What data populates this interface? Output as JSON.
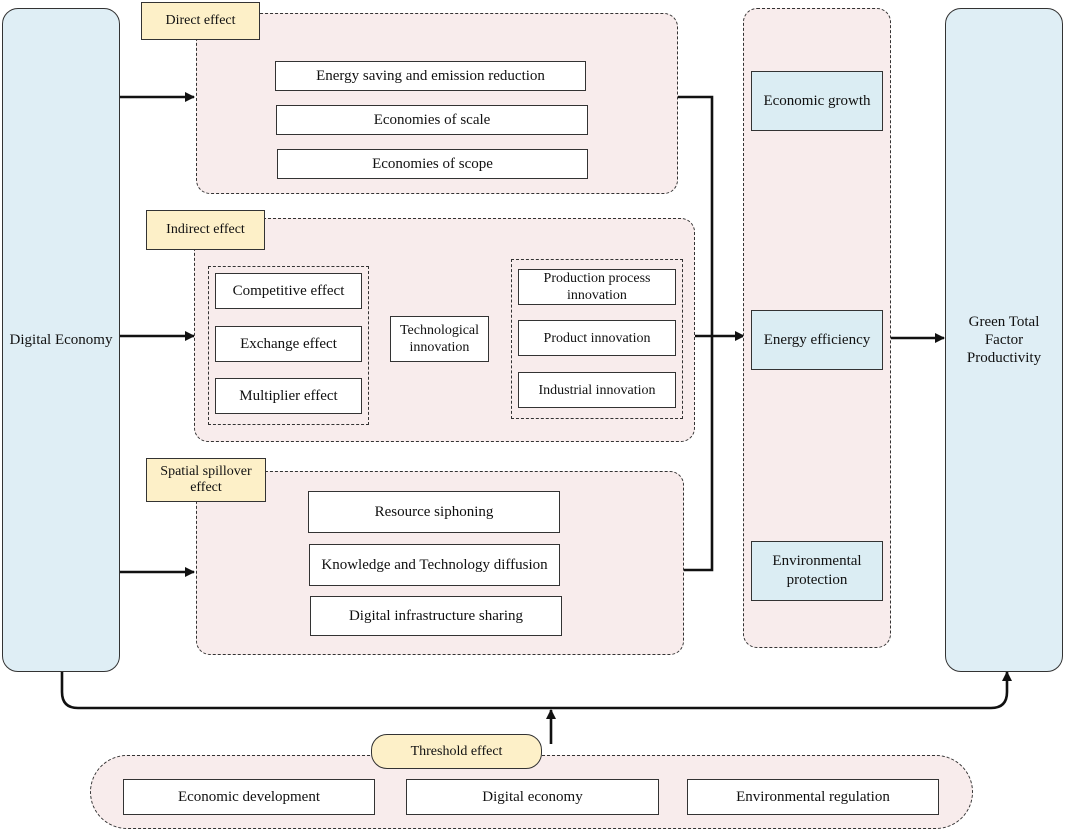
{
  "left": {
    "label": "Digital Economy"
  },
  "right": {
    "label": "Green Total Factor Productivity"
  },
  "direct": {
    "tag": "Direct effect",
    "items": [
      "Energy saving and emission reduction",
      "Economies of scale",
      "Economies of scope"
    ]
  },
  "indirect": {
    "tag": "Indirect effect",
    "effects": [
      "Competitive effect",
      "Exchange effect",
      "Multiplier effect"
    ],
    "tech": "Technological innovation",
    "innovations": [
      "Production process innovation",
      "Product innovation",
      "Industrial innovation"
    ]
  },
  "spatial": {
    "tag": "Spatial spillover effect",
    "items": [
      "Resource siphoning",
      "Knowledge and Technology diffusion",
      "Digital infrastructure sharing"
    ]
  },
  "outcomes": [
    "Economic growth",
    "Energy efficiency",
    "Environmental protection"
  ],
  "threshold": {
    "tag": "Threshold effect",
    "items": [
      "Economic development",
      "Digital economy",
      "Environmental regulation"
    ]
  }
}
